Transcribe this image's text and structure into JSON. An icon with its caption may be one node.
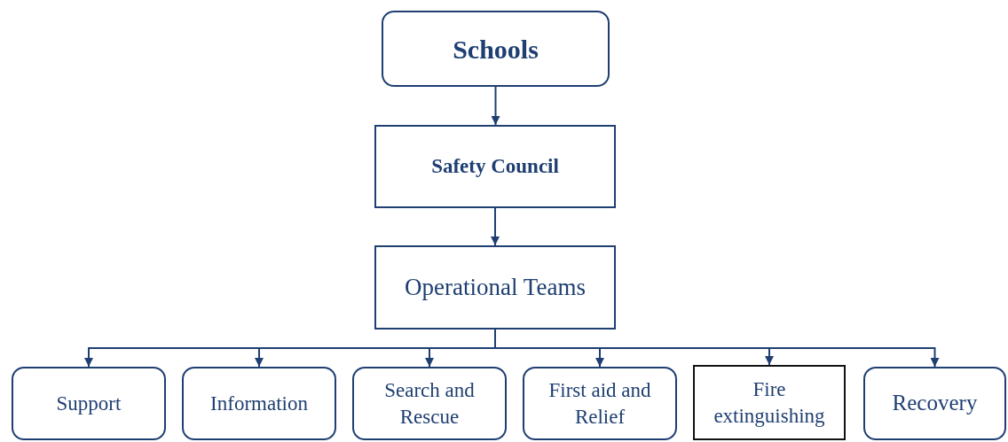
{
  "diagram": {
    "nodes": [
      {
        "text": [
          "Schools"
        ]
      },
      {
        "text": [
          "Safety Council"
        ]
      },
      {
        "text": [
          "Operational Teams"
        ]
      },
      {
        "text": [
          "Support"
        ]
      },
      {
        "text": [
          "Information"
        ]
      },
      {
        "text": [
          "Search and Rescue"
        ]
      },
      {
        "text": [
          "First aid and Relief"
        ]
      },
      {
        "text": [
          "Fire extinguishing"
        ]
      },
      {
        "text": [
          "Recovery"
        ]
      }
    ],
    "edges": [
      {
        "from": 0,
        "to": 1,
        "arrow": "to"
      },
      {
        "from": 1,
        "to": 2,
        "arrow": "to"
      },
      {
        "from": 2,
        "to": 3,
        "arrow": "to"
      },
      {
        "from": 2,
        "to": 4,
        "arrow": "to"
      },
      {
        "from": 2,
        "to": 5,
        "arrow": "to"
      },
      {
        "from": 2,
        "to": 6,
        "arrow": "to"
      },
      {
        "from": 2,
        "to": 7,
        "arrow": "to"
      },
      {
        "from": 2,
        "to": 8,
        "arrow": "to"
      }
    ]
  }
}
